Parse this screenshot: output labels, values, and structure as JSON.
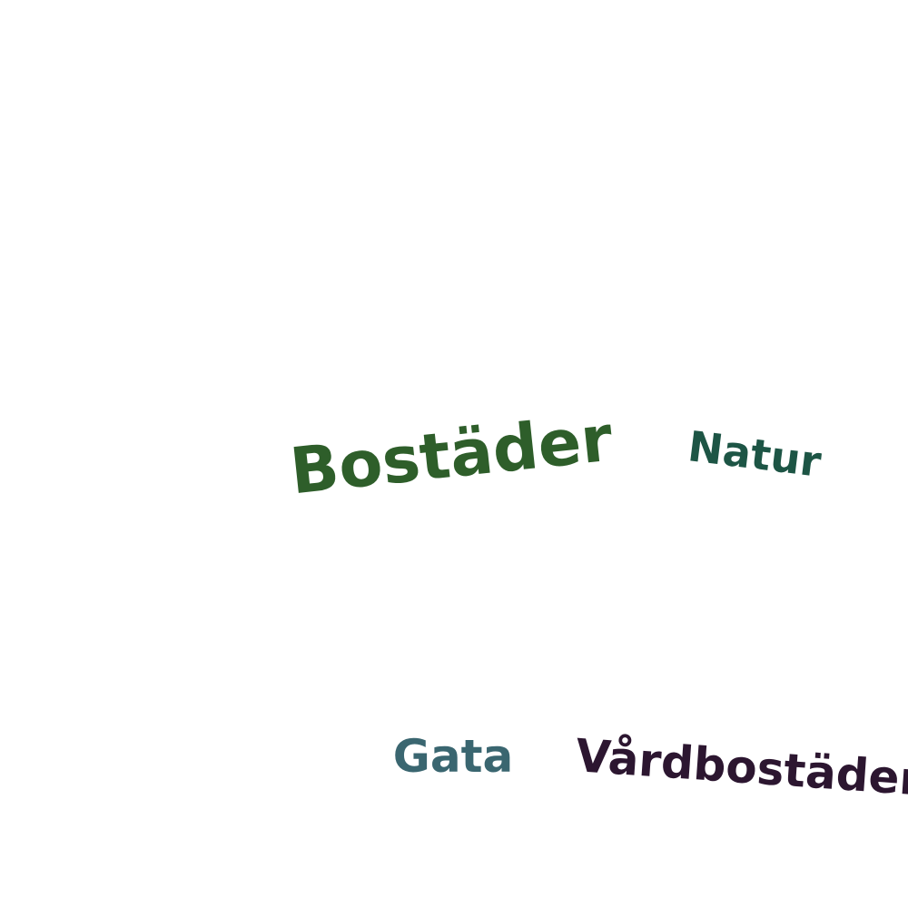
{
  "words": {
    "bostader": {
      "text": "Bostäder",
      "color": "#2e5e2a"
    },
    "natur": {
      "text": "Natur",
      "color": "#1d5545"
    },
    "gata": {
      "text": "Gata",
      "color": "#3a6670"
    },
    "vardbostader": {
      "text": "Vårdbostäder",
      "color": "#2c1630"
    }
  }
}
